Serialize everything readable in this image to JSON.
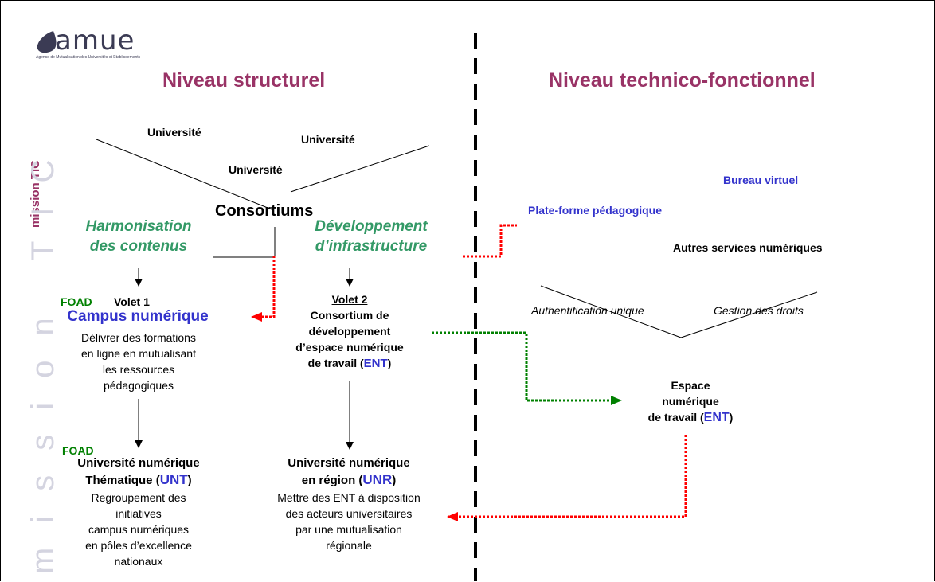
{
  "logo": {
    "name": "amue",
    "tagline": "Agence de Mutualisation des Universités et Etablissements"
  },
  "side": {
    "mission_tic": "mission TIC",
    "watermark": "mission TIC"
  },
  "headings": {
    "left": "Niveau structurel",
    "right": "Niveau technico-fonctionnel"
  },
  "universities": [
    "Université",
    "Université",
    "Université"
  ],
  "consortium": "Consortiums",
  "harmonisation": [
    "Harmonisation",
    "des contenus"
  ],
  "developpement": [
    "Développement",
    "d’infrastructure"
  ],
  "volet1": {
    "foad": "FOAD",
    "label": "Volet 1",
    "title": "Campus numérique",
    "desc": [
      "Délivrer des formations",
      "en ligne en mutualisant",
      "les ressources",
      "pédagogiques"
    ]
  },
  "volet2": {
    "label": "Volet 2",
    "title": [
      "Consortium de",
      "développement",
      "d’espace numérique"
    ],
    "title_last": "de travail (",
    "acronym": "ENT",
    "close": ")"
  },
  "unt": {
    "foad": "FOAD",
    "title1": "Université numérique",
    "title2": "Thématique (",
    "acronym": "UNT",
    "close": ")",
    "desc": [
      "Regroupement des",
      "initiatives",
      "campus numériques",
      "en pôles d’excellence",
      "nationaux"
    ]
  },
  "unr": {
    "title1": "Université numérique",
    "title2": "en région (",
    "acronym": "UNR",
    "close": ")",
    "desc": [
      "Mettre des ENT à disposition",
      "des acteurs universitaires",
      "par une mutualisation",
      "régionale"
    ]
  },
  "right": {
    "bureau": "Bureau virtuel",
    "plateforme": "Plate-forme pédagogique",
    "autres": "Autres services numériques",
    "auth": "Authentification unique",
    "droits": "Gestion des droits",
    "ent": [
      "Espace",
      "numérique"
    ],
    "ent_last": "de travail (",
    "ent_acronym": "ENT",
    "ent_close": ")"
  },
  "colors": {
    "heading": "#993366",
    "green": "#339966",
    "blue": "#3333cc",
    "red": "#ff0000",
    "dark_green": "#008000"
  }
}
